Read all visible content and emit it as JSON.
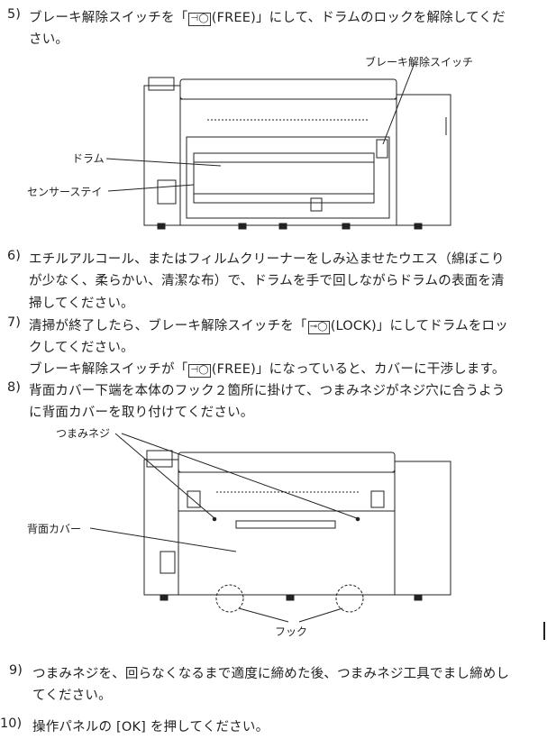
{
  "steps": [
    {
      "num": "5)",
      "lines": [
        "ブレーキ解除スイッチを「",
        "(FREE)」にして、ドラムのロックを解除してくだ",
        "さい。"
      ],
      "switch_icon": "brake-free-icon"
    },
    {
      "num": "6)",
      "lines": [
        "エチルアルコール、またはフィルムクリーナーをしみ込ませたウエス（綿ぼこり",
        "が少なく、柔らかい、清潔な布）で、ドラムを手で回しながらドラムの表面を清",
        "掃してください。"
      ]
    },
    {
      "num": "7)",
      "lines": [
        "清掃が終了したら、ブレーキ解除スイッチを「",
        "(LOCK)」にしてドラムをロッ",
        "クしてください。"
      ],
      "note": [
        "ブレーキ解除スイッチが「",
        "(FREE)」になっていると、カバーに干渉します。"
      ]
    },
    {
      "num": "8)",
      "lines": [
        "背面カバー下端を本体のフック２箇所に掛けて、つまみネジがネジ穴に合うよう",
        "に背面カバーを取り付けてください。"
      ]
    },
    {
      "num": "9)",
      "lines": [
        "つまみネジを、回らなくなるまで適度に締めた後、つまみネジ工具でまし締めし",
        "てください。"
      ]
    },
    {
      "num": "10)",
      "lines": [
        "操作パネルの [OK] を押してください。"
      ]
    }
  ],
  "figure1": {
    "labels": {
      "brake_switch": "ブレーキ解除スイッチ",
      "drum": "ドラム",
      "sensor_stay": "センサーステイ"
    }
  },
  "figure2": {
    "labels": {
      "knob_screw": "つまみネジ",
      "rear_cover": "背面カバー",
      "hook": "フック"
    }
  }
}
